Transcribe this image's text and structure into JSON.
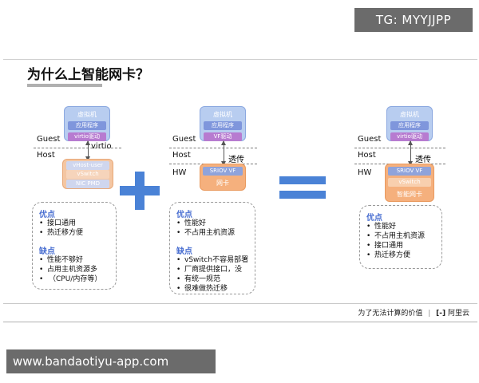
{
  "overlays": {
    "telegram": "TG: MYYJJPP",
    "watermark": "www.bandaotiyu-app.com"
  },
  "slide": {
    "title": "为什么上智能网卡？",
    "footer": {
      "slogan": "为了无法计算的价值",
      "separator": "|",
      "logo_glyph": "[-]",
      "brand": "阿里云"
    }
  },
  "colors": {
    "accent_blue": "#4a82d6",
    "vm_blue": "#b8cdf0",
    "orange_card": "#f5b07d",
    "header_blue": "#4a6fd1"
  },
  "panels": [
    {
      "layers": [
        "Guest",
        "Host"
      ],
      "vm": {
        "title": "虚拟机",
        "app": "应用程序",
        "driver": "virtio驱动"
      },
      "link_label": "virtio",
      "host_items": [
        "vHost-user",
        "vSwitch",
        "NIC PMD"
      ],
      "pros_title": "优点",
      "pros": [
        "接口通用",
        "热迁移方便"
      ],
      "cons_title": "缺点",
      "cons": [
        "性能不够好",
        "占用主机资源多",
        "（CPU/内存等）"
      ]
    },
    {
      "layers": [
        "Guest",
        "Host",
        "HW"
      ],
      "vm": {
        "title": "虚拟机",
        "app": "应用程序",
        "driver": "VF驱动"
      },
      "link_label": "透传",
      "hw_items": [
        "SRIOV VF",
        "网卡"
      ],
      "pros_title": "优点",
      "pros": [
        "性能好",
        "不占用主机资源"
      ],
      "cons_title": "缺点",
      "cons": [
        "vSwitch不容易部署",
        "厂商提供接口，没",
        "有统一规范",
        "很难做热迁移"
      ]
    },
    {
      "layers": [
        "Guest",
        "Host",
        "HW"
      ],
      "vm": {
        "title": "虚拟机",
        "app": "应用程序",
        "driver": "virtio驱动"
      },
      "link_label": "透传",
      "hw_items": [
        "SRIOV VF",
        "vSwitch",
        "智能网卡"
      ],
      "pros_title": "优点",
      "pros": [
        "性能好",
        "不占用主机资源",
        "接口通用",
        "热迁移方便"
      ]
    }
  ]
}
